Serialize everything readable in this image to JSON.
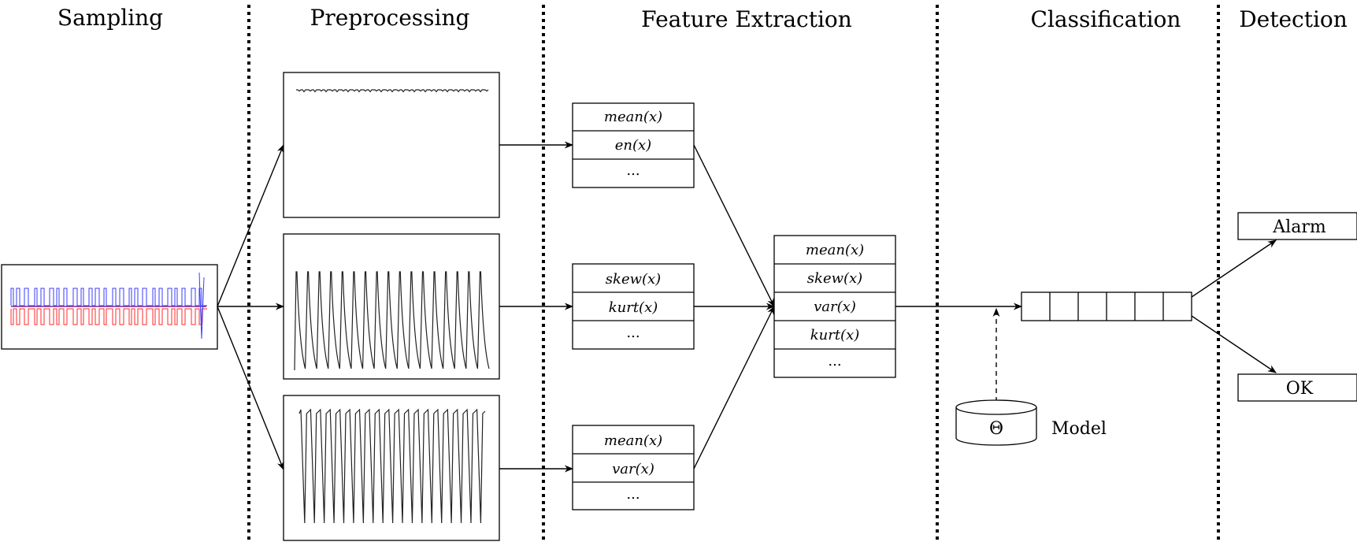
{
  "stages": [
    "Sampling",
    "Preprocessing",
    "Feature Extraction",
    "Classification",
    "Detection"
  ],
  "feature_groups": [
    [
      "mean(x)",
      "en(x)",
      "..."
    ],
    [
      "skew(x)",
      "kurt(x)",
      "..."
    ],
    [
      "mean(x)",
      "var(x)",
      "..."
    ]
  ],
  "combined_features": [
    "mean(x)",
    "skew(x)",
    "var(x)",
    "kurt(x)",
    "..."
  ],
  "model": {
    "symbol": "Θ",
    "label": "Model"
  },
  "outputs": {
    "alarm": "Alarm",
    "ok": "OK"
  },
  "colors": {
    "signal_blue": "#3b3bff",
    "signal_red": "#ff2a2a",
    "signal_purple": "#7a2a9a",
    "line": "#000000"
  }
}
